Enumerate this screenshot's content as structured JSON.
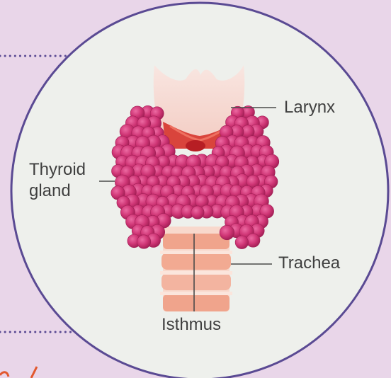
{
  "labels": {
    "larynx": "Larynx",
    "thyroid_line1": "Thyroid",
    "thyroid_line2": "gland",
    "trachea": "Trachea",
    "isthmus": "Isthmus"
  },
  "colors": {
    "background": "#e9d6e9",
    "circle_fill": "#eef0ec",
    "circle_stroke": "#5a4a93",
    "dotted_line": "#5a4a93",
    "lobule": "#c42a6a",
    "lobule_highlight": "#e8629c",
    "larynx": "#f6d6d0",
    "cricothyroid": "#d9443c",
    "trachea_ring": "#f0a48c",
    "trachea_gap": "#f8d8cc",
    "leader_line": "#4a4a4a",
    "label_text": "#3f3f3f",
    "accent_corner": "#e2582e"
  },
  "icons": [
    "thyroid-illustration",
    "larynx-shape",
    "trachea-tube"
  ]
}
